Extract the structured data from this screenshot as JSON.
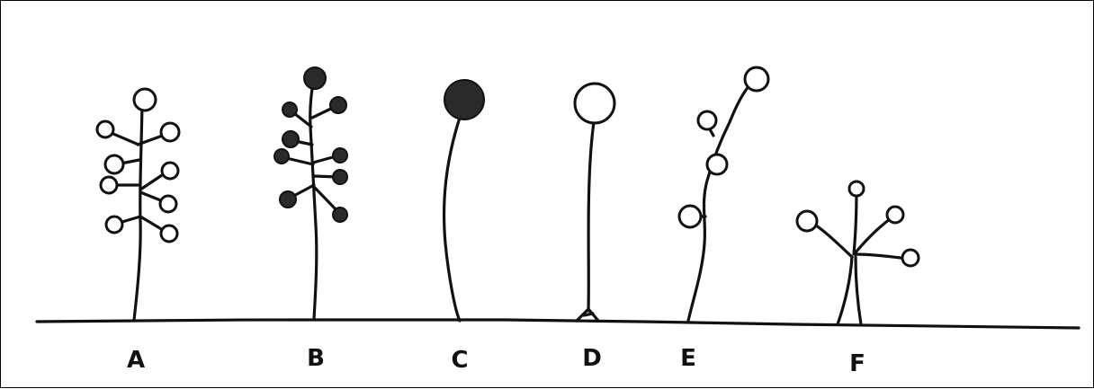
{
  "labels": [
    "A",
    "B",
    "C",
    "D",
    "E",
    "F"
  ],
  "colors": {
    "ink": "#111111",
    "filled_spore": "#2a2a2a",
    "background": "#ffffff"
  }
}
